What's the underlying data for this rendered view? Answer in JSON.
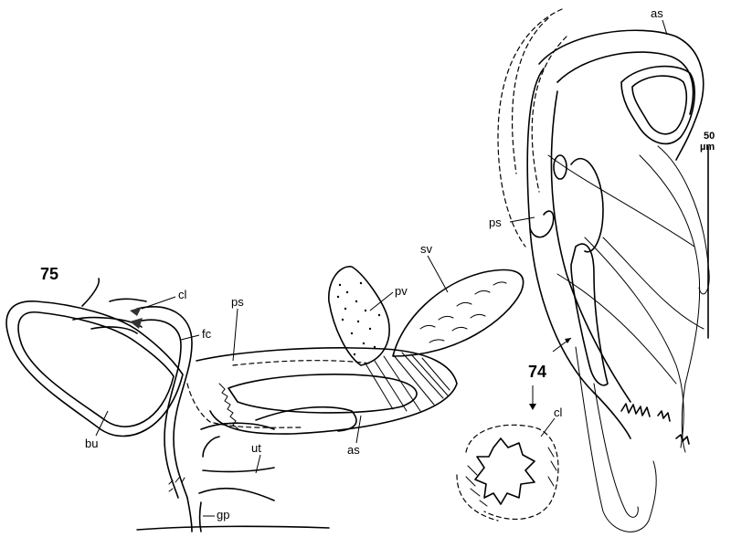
{
  "figures": {
    "fig75": {
      "number": "75"
    },
    "fig74": {
      "number": "74"
    }
  },
  "labels": {
    "cl_75": "cl",
    "fc": "fc",
    "ps_75": "ps",
    "pv": "pv",
    "sv": "sv",
    "bu": "bu",
    "ut": "ut",
    "as_75": "as",
    "gp": "gp",
    "as_74": "as",
    "ps_74": "ps",
    "cl_74": "cl"
  },
  "scale_bar": {
    "value": "50",
    "unit": "µm"
  }
}
